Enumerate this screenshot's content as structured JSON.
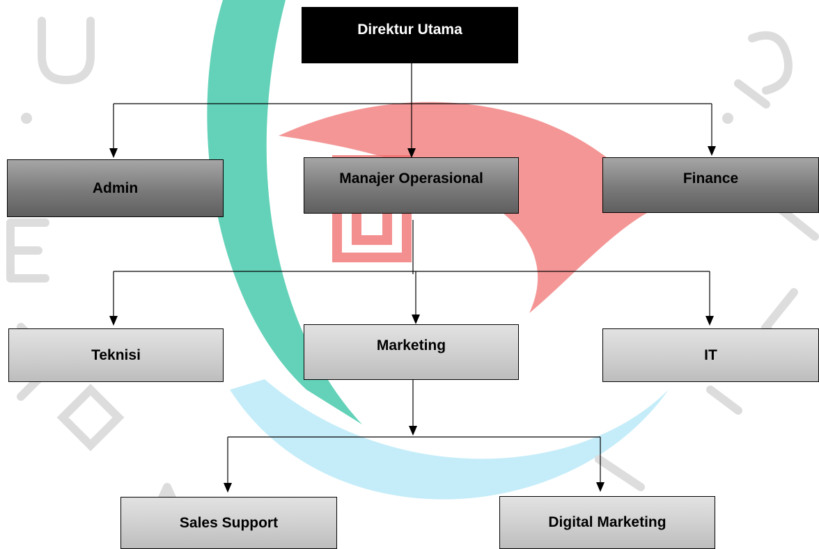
{
  "org_chart": {
    "top": {
      "label": "Direktur Utama"
    },
    "level2": [
      {
        "id": "admin",
        "label": "Admin"
      },
      {
        "id": "manajer",
        "label": "Manajer Operasional"
      },
      {
        "id": "finance",
        "label": "Finance"
      }
    ],
    "level3": [
      {
        "id": "teknisi",
        "label": "Teknisi"
      },
      {
        "id": "marketing",
        "label": "Marketing"
      },
      {
        "id": "it",
        "label": "IT"
      }
    ],
    "level4": [
      {
        "id": "sales",
        "label": "Sales Support"
      },
      {
        "id": "digital",
        "label": "Digital Marketing"
      }
    ]
  },
  "colors": {
    "top_fill": "#000000",
    "top_text": "#ffffff",
    "dark_fill": "#7a7a7a",
    "light_fill": "#cfcfcf",
    "line": "#000000",
    "watermark_teal": "#2fc3a0",
    "watermark_red": "#f06a6a",
    "watermark_cyan": "#7fd6f2",
    "watermark_gray": "#d9d9d9"
  }
}
